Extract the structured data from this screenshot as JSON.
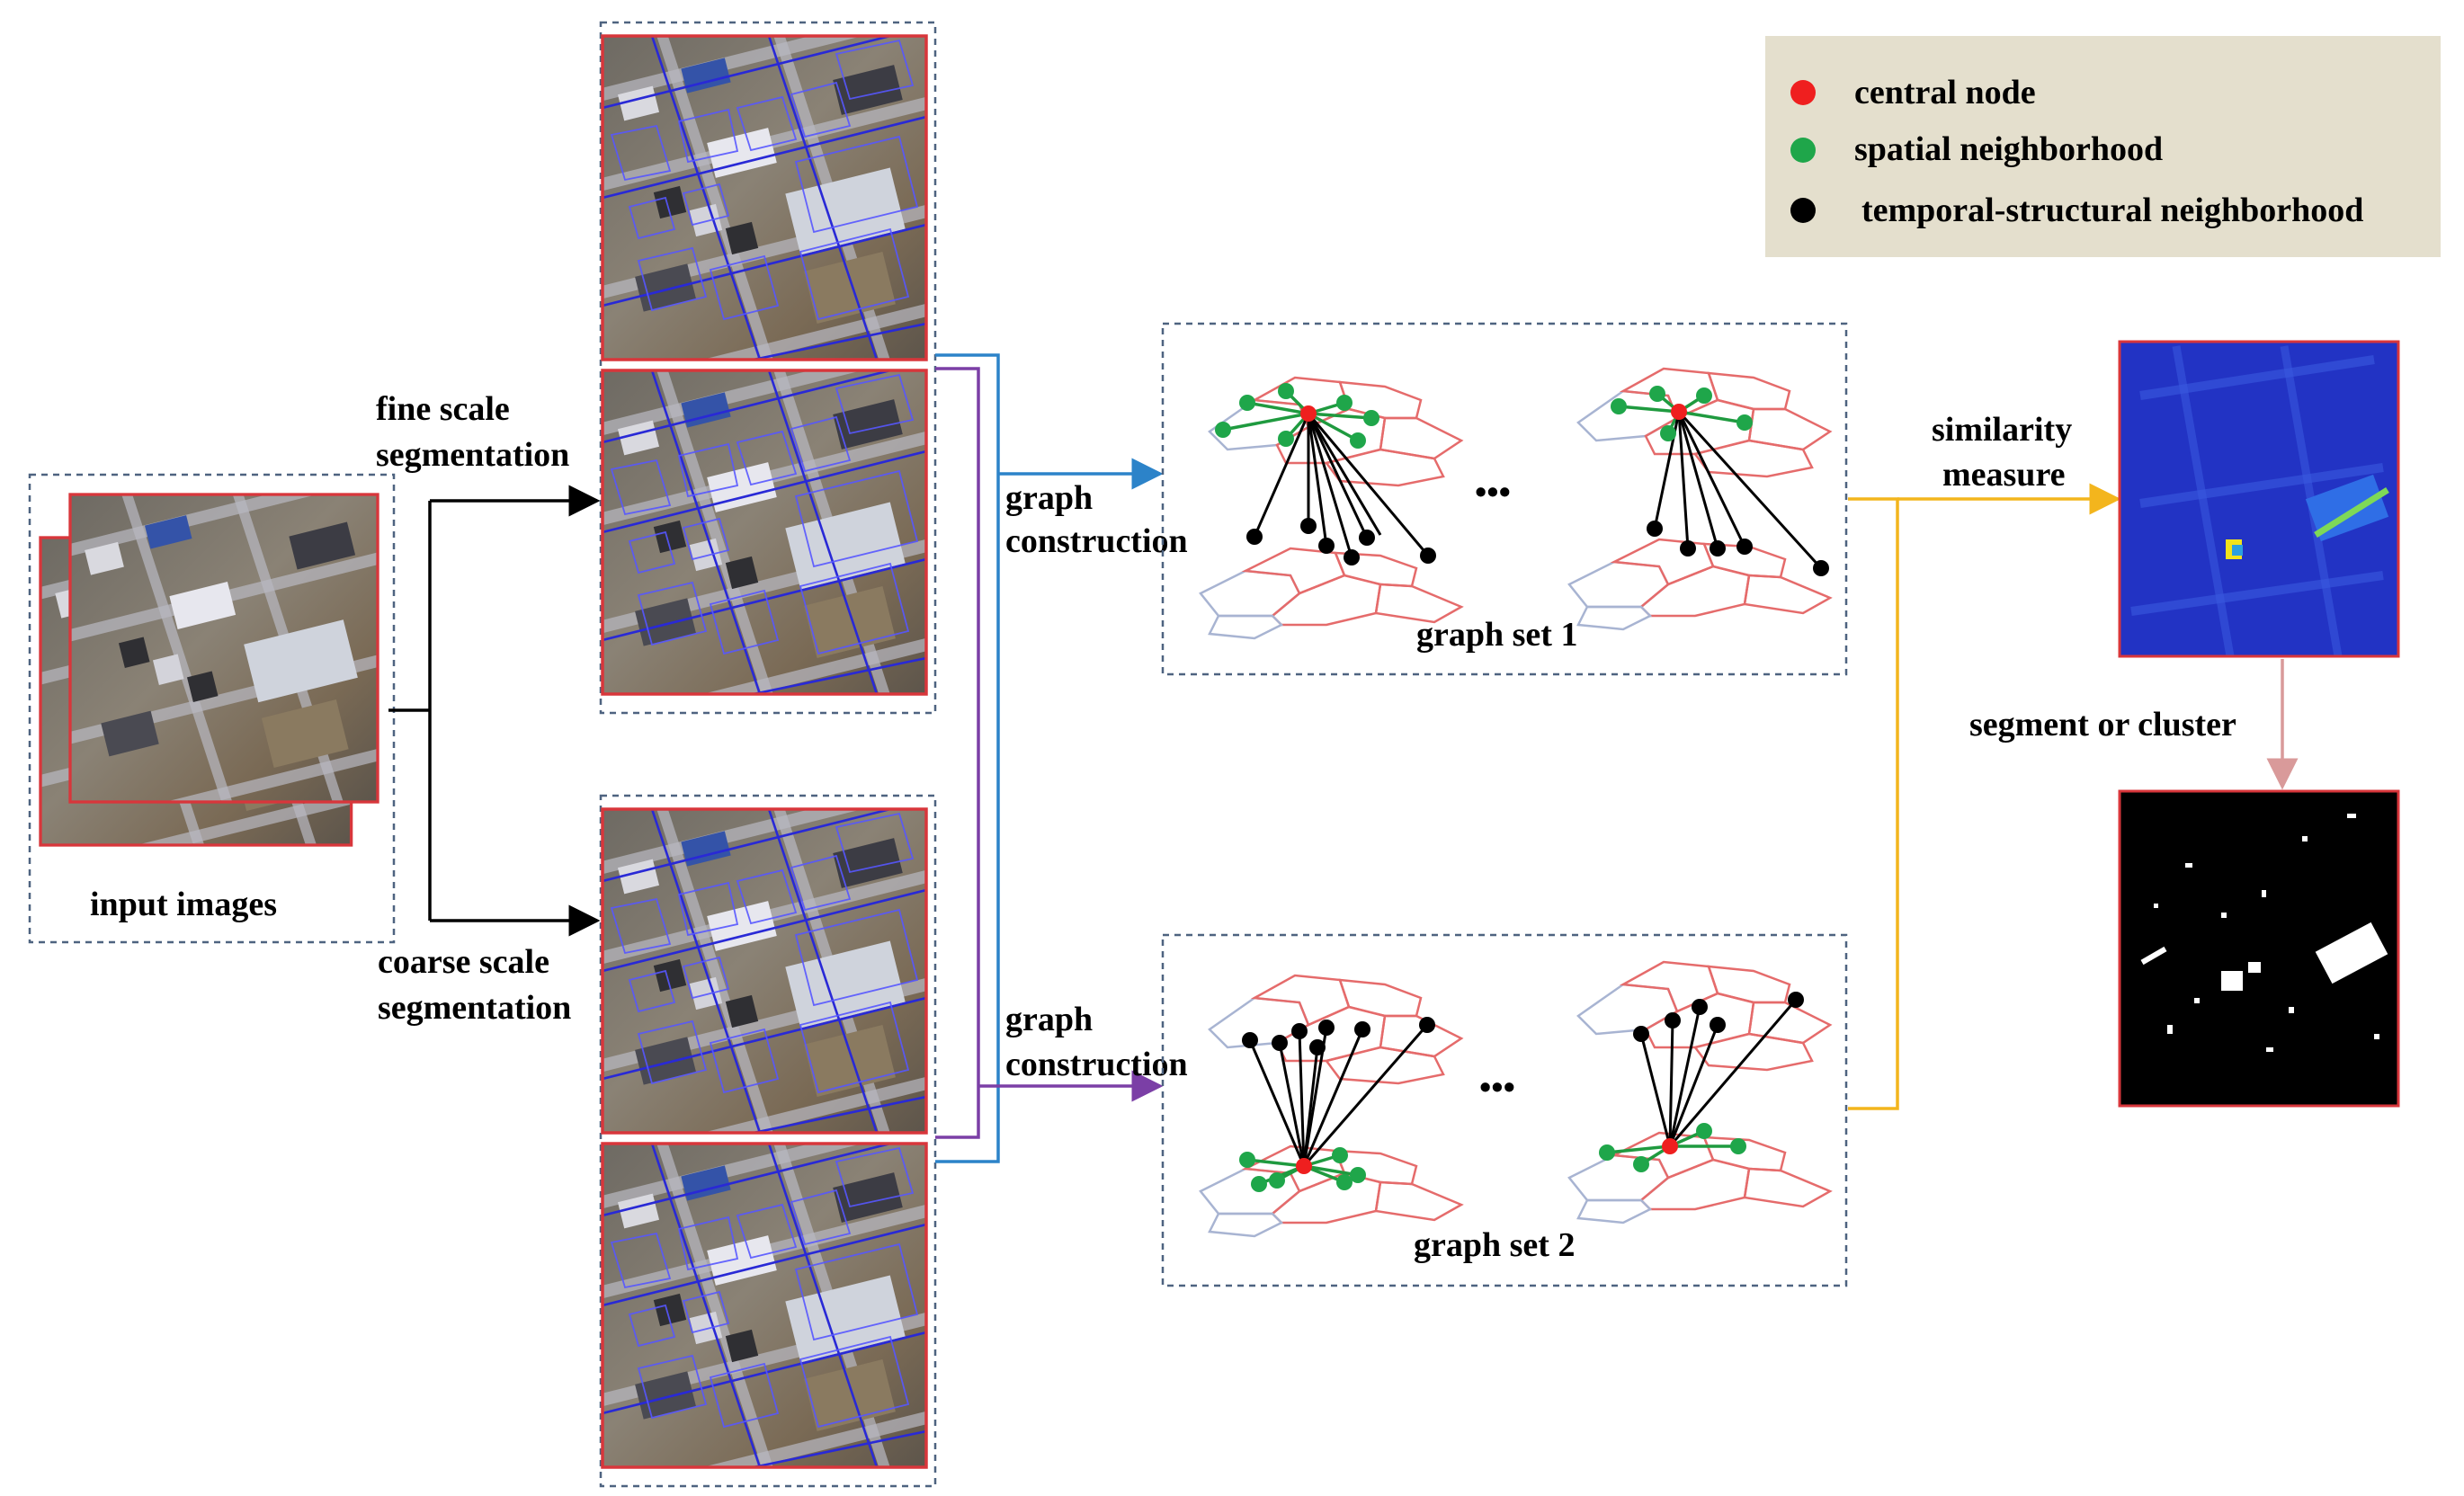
{
  "legend": {
    "background": "#e4dfcd",
    "items": [
      {
        "label": "central node",
        "color": "#ef1f1f"
      },
      {
        "label": "spatial neighborhood",
        "color": "#1fa64a"
      },
      {
        "label": "temporal-structural neighborhood",
        "color": "#000000"
      }
    ]
  },
  "labels": {
    "input": "input images",
    "fine_l1": "fine scale",
    "fine_l2": "segmentation",
    "coarse_l1": "coarse scale",
    "coarse_l2": "segmentation",
    "graph_l1": "graph",
    "graph_l2": "construction",
    "graph_set_1": "graph set 1",
    "graph_set_2": "graph set 2",
    "ellipsis": "•••",
    "similarity_l1": "similarity",
    "similarity_l2": "measure",
    "segment_or_cluster": "segment or cluster"
  },
  "colors": {
    "arrow_black": "#000000",
    "arrow_blue": "#2c83c9",
    "arrow_purple": "#7b3fa6",
    "arrow_yellow": "#f3b51d",
    "arrow_pink": "#d99a9a",
    "heatmap_bg": "#2233c4",
    "binary_bg": "#000000"
  }
}
